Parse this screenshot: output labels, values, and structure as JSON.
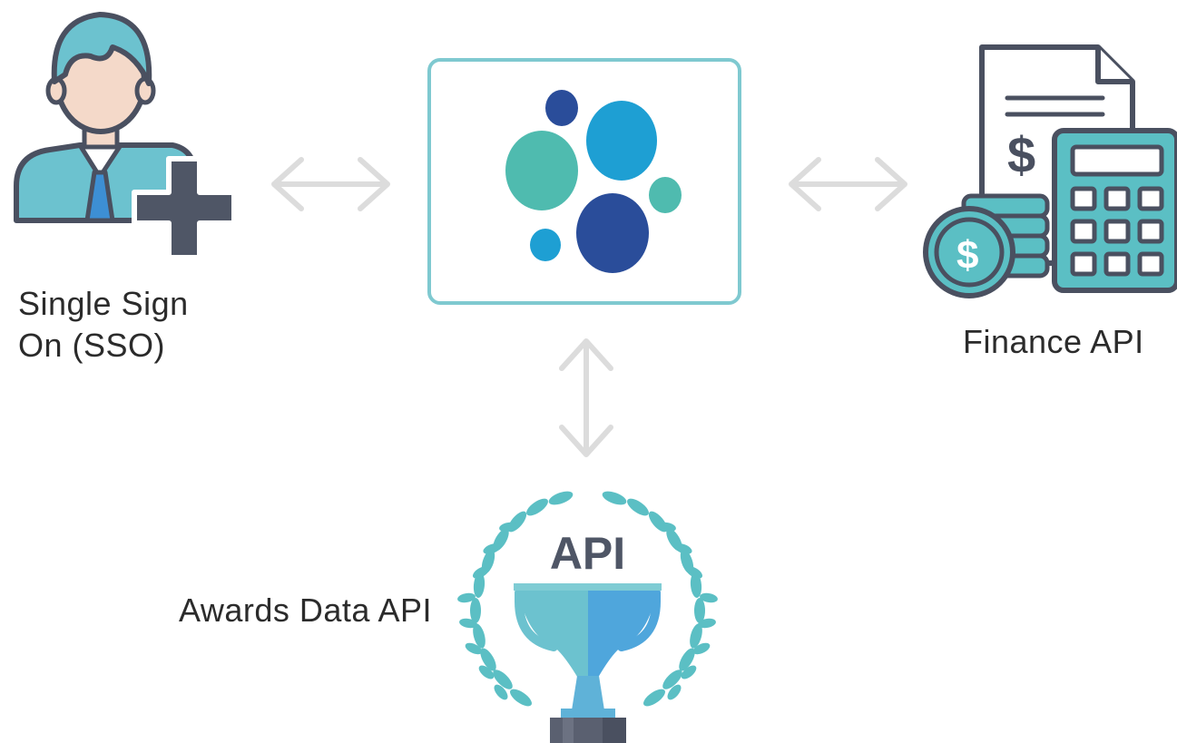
{
  "nodes": {
    "sso": {
      "label": "Single Sign On (SSO)"
    },
    "finance": {
      "label": "Finance API"
    },
    "awards": {
      "label": "Awards Data API",
      "badge_text": "API"
    },
    "hub": {}
  },
  "connections": [
    {
      "from": "sso",
      "to": "hub",
      "direction": "bidirectional"
    },
    {
      "from": "hub",
      "to": "finance",
      "direction": "bidirectional"
    },
    {
      "from": "hub",
      "to": "awards",
      "direction": "bidirectional"
    }
  ],
  "colors": {
    "teal": "#5bbfc4",
    "dark_slate": "#4a5060",
    "blue": "#1e9fd3",
    "navy": "#2a4d9a",
    "arrow": "#dcdcdc",
    "box_border": "#7fc9d0"
  }
}
